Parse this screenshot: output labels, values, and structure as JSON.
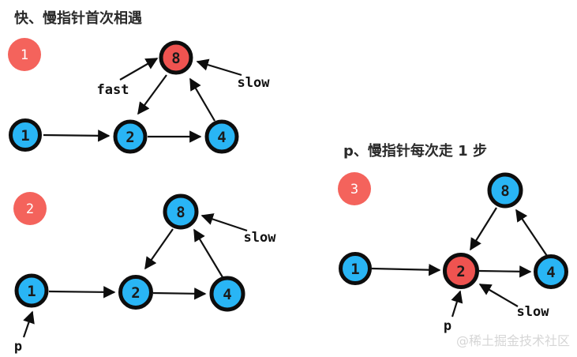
{
  "titles": {
    "left": "快、慢指针首次相遇",
    "right": "p、慢指针每次走 1 步"
  },
  "watermark": "@稀土掘金技术社区",
  "colors": {
    "node_blue": "#29b5f5",
    "node_red": "#ef5350",
    "badge_red": "#f4635c",
    "stroke_black": "#0d0d0d",
    "watermark_gray": "#d6d6d6"
  },
  "diagram1": {
    "badge": "1",
    "nodes": {
      "n1": "1",
      "n2": "2",
      "n4": "4",
      "n8": "8"
    },
    "labels": {
      "fast": "fast",
      "slow": "slow"
    }
  },
  "diagram2": {
    "badge": "2",
    "nodes": {
      "n1": "1",
      "n2": "2",
      "n4": "4",
      "n8": "8"
    },
    "labels": {
      "slow": "slow",
      "p": "p"
    }
  },
  "diagram3": {
    "badge": "3",
    "nodes": {
      "n1": "1",
      "n2": "2",
      "n4": "4",
      "n8": "8"
    },
    "labels": {
      "slow": "slow",
      "p": "p"
    }
  }
}
